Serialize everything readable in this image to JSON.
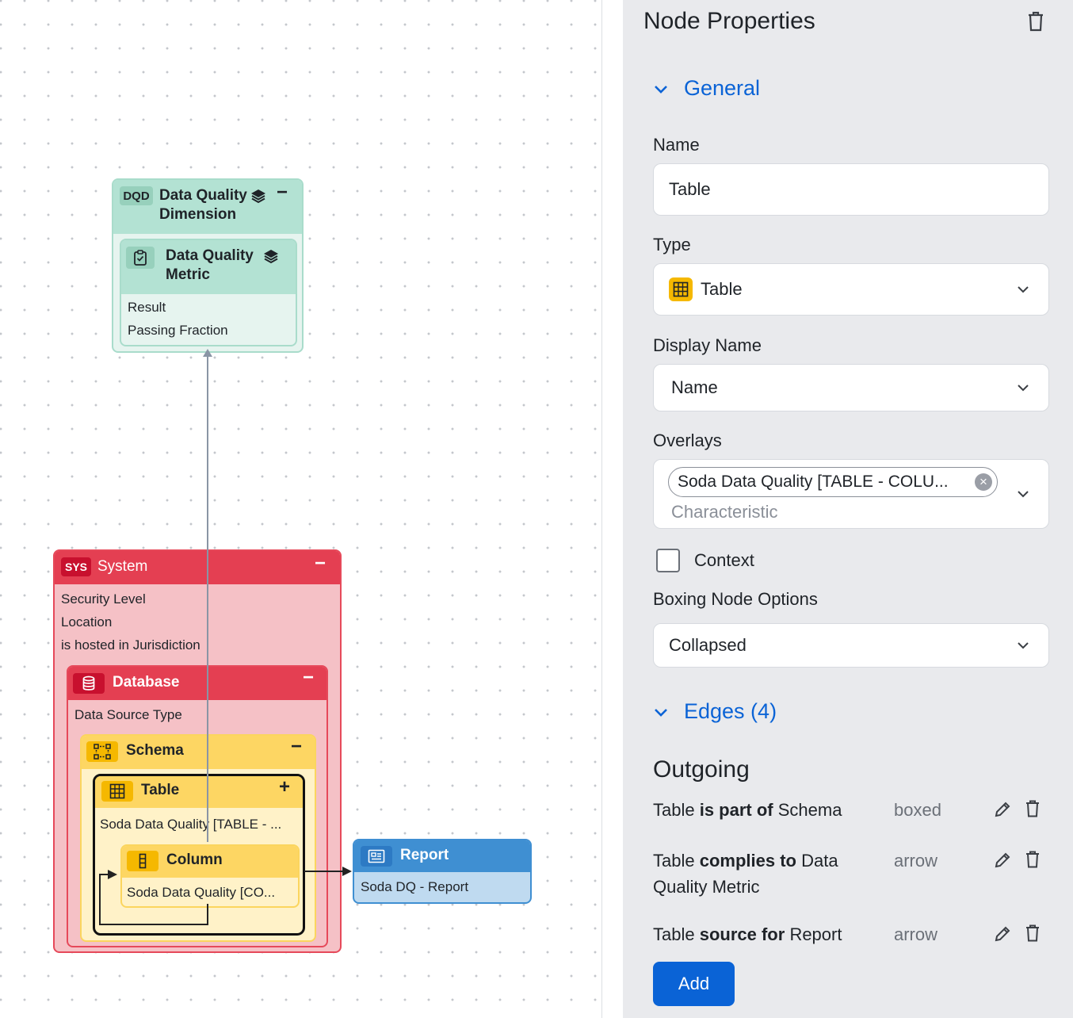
{
  "diagram": {
    "dqd": {
      "tag": "DQD",
      "title_line1": "Data Quality",
      "title_line2": "Dimension",
      "toggle": "−"
    },
    "dqm": {
      "title_line1": "Data Quality",
      "title_line2": "Metric",
      "props": [
        "Result",
        "Passing Fraction"
      ]
    },
    "system": {
      "tag": "SYS",
      "title": "System",
      "toggle": "−",
      "props": [
        "Security Level",
        "Location",
        "is hosted in Jurisdiction"
      ]
    },
    "database": {
      "title": "Database",
      "toggle": "−",
      "props": [
        "Data Source Type"
      ]
    },
    "schema": {
      "title": "Schema",
      "toggle": "−"
    },
    "table": {
      "title": "Table",
      "toggle": "+",
      "props": [
        "Soda Data Quality [TABLE - ..."
      ]
    },
    "column": {
      "title": "Column",
      "props": [
        "Soda Data Quality [CO..."
      ]
    },
    "report": {
      "title": "Report",
      "props": [
        "Soda DQ - Report"
      ]
    }
  },
  "panel": {
    "title": "Node Properties",
    "general": {
      "label": "General"
    },
    "name": {
      "label": "Name",
      "value": "Table"
    },
    "type": {
      "label": "Type",
      "value": "Table"
    },
    "display_name": {
      "label": "Display Name",
      "value": "Name"
    },
    "overlays": {
      "label": "Overlays",
      "chip": "Soda Data Quality [TABLE - COLU...",
      "placeholder": "Characteristic"
    },
    "context": {
      "label": "Context",
      "checked": false
    },
    "boxing": {
      "label": "Boxing Node Options",
      "value": "Collapsed"
    },
    "edges": {
      "label": "Edges (4)"
    },
    "outgoing_title": "Outgoing",
    "outgoing": [
      {
        "src": "Table",
        "rel": "is part of",
        "dst": "Schema",
        "kind": "boxed"
      },
      {
        "src": "Table",
        "rel": "complies to",
        "dst": "Data Quality Metric",
        "kind": "arrow"
      },
      {
        "src": "Table",
        "rel": "source for",
        "dst": "Report",
        "kind": "arrow"
      }
    ],
    "add_label": "Add"
  },
  "colors": {
    "accent": "#0a63d6",
    "system": "#e43f52",
    "schema": "#fdd663",
    "dq": "#b3e2d3",
    "report": "#3f8fd2"
  }
}
